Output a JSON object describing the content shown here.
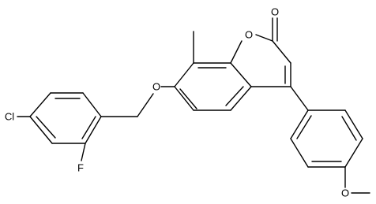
{
  "atom_labels": {
    "chlorine": "Cl",
    "fluorine": "F",
    "ether_oxygen": "O",
    "methyl": "",
    "ring_oxygen": "O",
    "carbonyl_oxygen": "O",
    "methoxy_oxygen": "O"
  }
}
